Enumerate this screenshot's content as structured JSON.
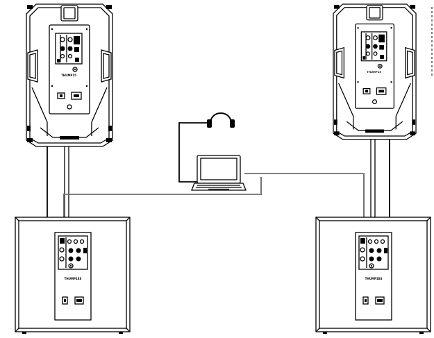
{
  "speaker_brand": "THUMP15",
  "sub_brand": "THUMP18S",
  "components": [
    {
      "id": "top-speaker-left",
      "icon": "loudspeaker-icon"
    },
    {
      "id": "top-speaker-right",
      "icon": "loudspeaker-icon"
    },
    {
      "id": "subwoofer-left",
      "icon": "subwoofer-icon"
    },
    {
      "id": "subwoofer-right",
      "icon": "subwoofer-icon"
    },
    {
      "id": "laptop",
      "icon": "laptop-icon"
    },
    {
      "id": "headphones",
      "icon": "headphones-icon"
    }
  ]
}
